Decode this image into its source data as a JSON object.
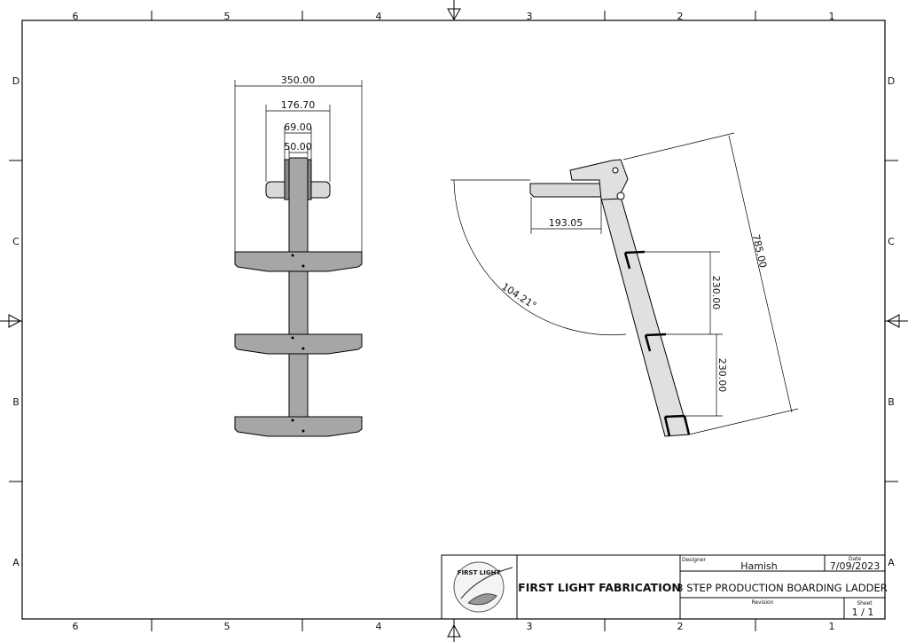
{
  "border": {
    "columns": [
      "6",
      "5",
      "4",
      "3",
      "2",
      "1"
    ],
    "rows": [
      "D",
      "C",
      "B",
      "A"
    ]
  },
  "front_view": {
    "dimensions": [
      "350.00",
      "176.70",
      "69.00",
      "50.00"
    ]
  },
  "side_view": {
    "dimensions": {
      "platform": "193.05",
      "angle": "104.21°",
      "overall": "785.00",
      "step_spacing_1": "230.00",
      "step_spacing_2": "230.00"
    }
  },
  "title_block": {
    "logo_text": "FIRST LIGHT",
    "company": "FIRST LIGHT FABRICATION",
    "designer_label": "Designer",
    "designer": "Hamish",
    "date_label": "Date",
    "date": "7/09/2023",
    "title": "3 STEP PRODUCTION BOARDING LADDER",
    "revision_label": "Revision",
    "revision": "",
    "sheet_label": "Sheet",
    "sheet": "1 / 1"
  },
  "colors": {
    "part_dark": "#a6a6a6",
    "part_light": "#d9d9d9",
    "line": "#000000"
  }
}
